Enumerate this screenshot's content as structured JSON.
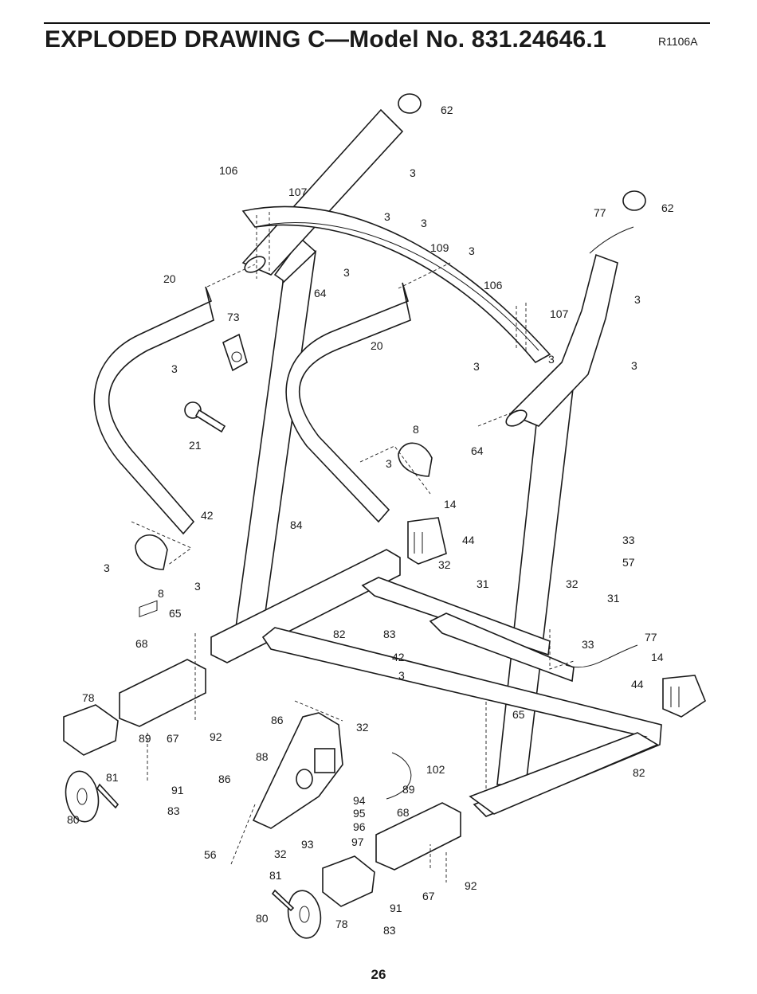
{
  "header": {
    "title": "EXPLODED DRAWING C—Model No. 831.24646.1",
    "code": "R1106A"
  },
  "footer": {
    "page_number": "26"
  },
  "callouts": [
    "62",
    "3",
    "106",
    "107",
    "3",
    "3",
    "109",
    "3",
    "62",
    "77",
    "3",
    "20",
    "64",
    "3",
    "106",
    "107",
    "3",
    "3",
    "3",
    "73",
    "20",
    "3",
    "21",
    "8",
    "3",
    "64",
    "14",
    "42",
    "84",
    "44",
    "33",
    "57",
    "3",
    "8",
    "3",
    "32",
    "31",
    "32",
    "31",
    "65",
    "82",
    "83",
    "68",
    "42",
    "33",
    "77",
    "3",
    "14",
    "78",
    "86",
    "32",
    "89",
    "67",
    "92",
    "65",
    "44",
    "88",
    "102",
    "82",
    "81",
    "91",
    "86",
    "94",
    "89",
    "83",
    "95",
    "80",
    "96",
    "68",
    "93",
    "97",
    "56",
    "32",
    "81",
    "92",
    "67",
    "91",
    "80",
    "78",
    "83"
  ]
}
